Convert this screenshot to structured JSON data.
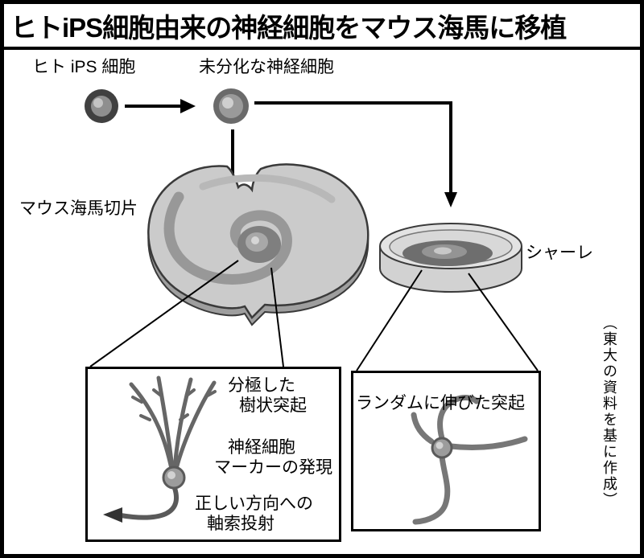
{
  "title": "ヒトiPS細胞由来の神経細胞をマウス海馬に移植",
  "top": {
    "ips_cell_label": "ヒト iPS 細胞",
    "undiff_neuron_label": "未分化な神経細胞"
  },
  "middle": {
    "hippocampus_label": "マウス海馬切片",
    "dish_label": "シャーレ"
  },
  "left_box": {
    "dendrite_label_line1": "分極した",
    "dendrite_label_line2": "樹状突起",
    "marker_label_line1": "神経細胞",
    "marker_label_line2": "マーカーの発現",
    "axon_label_line1": "正しい方向への",
    "axon_label_line2": "軸索投射"
  },
  "right_box": {
    "label": "ランダムに伸びた突起"
  },
  "credit": "（東大の資料を基に作成）",
  "colors": {
    "frame": "#000000",
    "cell_dark": "#404040",
    "cell_mid": "#8f8f8f",
    "cell_light": "#cfcfcf",
    "tissue_light": "#cbcbcb",
    "tissue_band": "#989898",
    "dish_dark": "#6e6e6e",
    "neuron_stroke": "#666666"
  }
}
